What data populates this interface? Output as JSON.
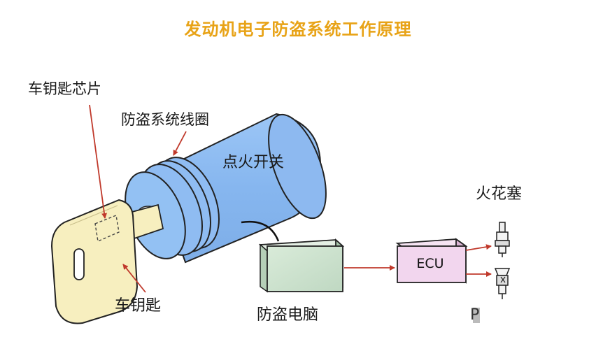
{
  "title": "发动机电子防盗系统工作原理",
  "labels": {
    "key_chip": "车钥匙芯片",
    "coil": "防盗系统线圈",
    "ignition_switch": "点火开关",
    "spark_plug": "火花塞",
    "ecu": "ECU",
    "key": "车钥匙",
    "immobilizer_computer": "防盗电脑",
    "cut_off_text": "P"
  },
  "colors": {
    "title": "#e8a317",
    "cylinder": "#8fbcf2",
    "key": "#f7efbf",
    "immobilizer_box": "#cfe3cf",
    "ecu_box": "#f2d6ee",
    "arrow": "#c0392b"
  }
}
